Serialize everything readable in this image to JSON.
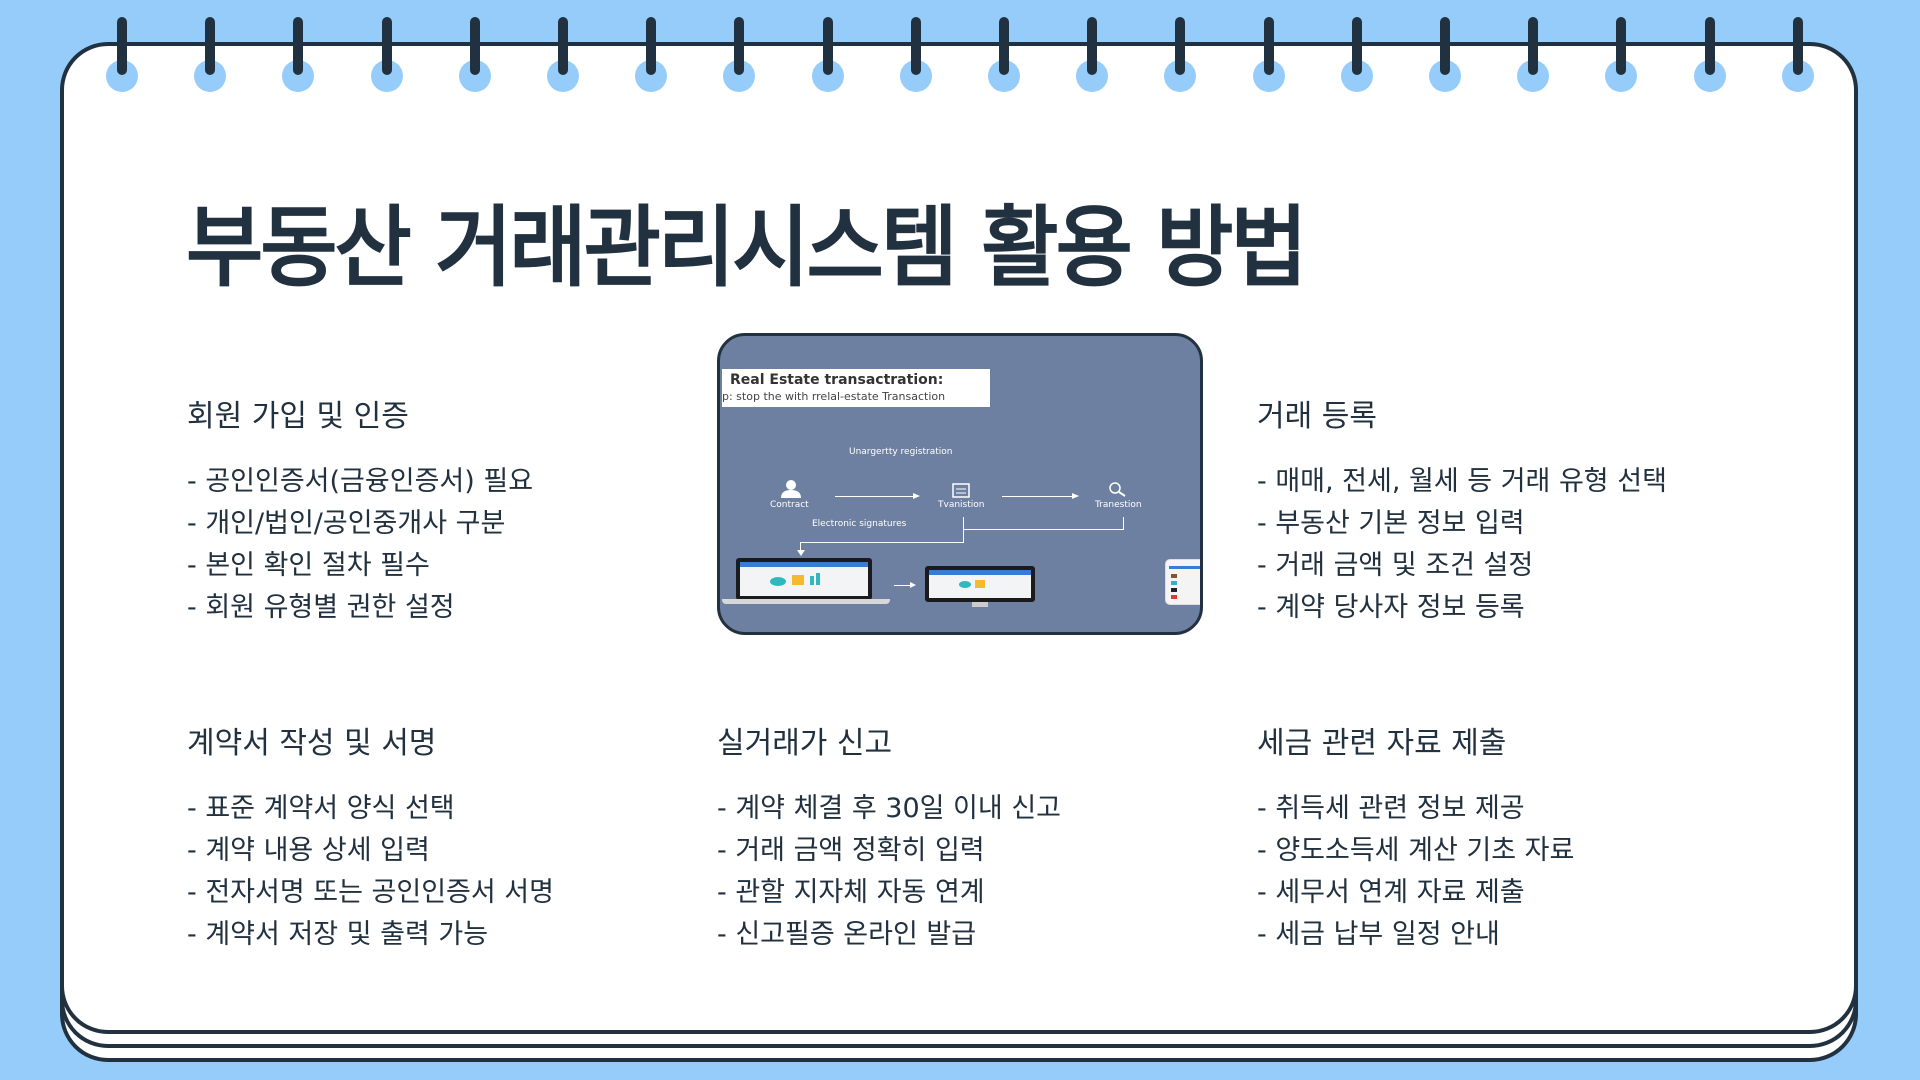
{
  "title": "부동산 거래관리시스템 활용 방법",
  "sections": [
    {
      "heading": "회원 가입 및 인증",
      "items": [
        "- 공인인증서(금융인증서) 필요",
        "- 개인/법인/공인중개사 구분",
        "- 본인 확인 절차 필수",
        "- 회원 유형별 권한 설정"
      ]
    },
    {
      "heading": "거래 등록",
      "items": [
        "- 매매, 전세, 월세 등 거래 유형 선택",
        "- 부동산 기본 정보 입력",
        "- 거래 금액 및 조건 설정",
        "- 계약 당사자 정보 등록"
      ]
    },
    {
      "heading": "계약서 작성 및 서명",
      "items": [
        "- 표준 계약서 양식 선택",
        "- 계약 내용 상세 입력",
        "- 전자서명 또는 공인인증서 서명",
        "- 계약서 저장 및 출력 가능"
      ]
    },
    {
      "heading": "실거래가 신고",
      "items": [
        "- 계약 체결 후 30일 이내 신고",
        "- 거래 금액 정확히 입력",
        "- 관할 지자체 자동 연계",
        "- 신고필증 온라인 발급"
      ]
    },
    {
      "heading": "세금 관련 자료 제출",
      "items": [
        "- 취득세 관련 정보 제공",
        "- 양도소득세 계산 기초 자료",
        "- 세무서 연계 자료 제출",
        "- 세금 납부 일정 안내"
      ]
    }
  ],
  "diagram": {
    "label_title": "Real Estate transactration:",
    "label_subtitle": "p: stop the with rrelal-estate Transaction",
    "top_caption": "Unargertty registration",
    "bottom_caption": "Electronic signatures",
    "nodes": [
      "Contract",
      "Tvanistion",
      "Tranestion"
    ]
  },
  "colors": {
    "background": "#95ccfa",
    "ink": "#21313f",
    "diagram_bg": "#6e80a1"
  }
}
